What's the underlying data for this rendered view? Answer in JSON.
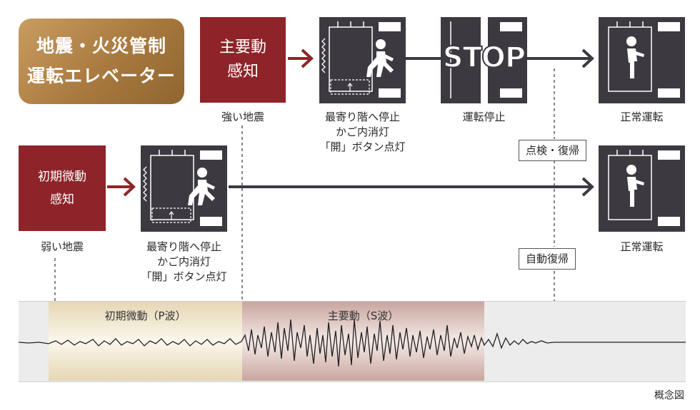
{
  "title": {
    "line1": "地震・火災管制",
    "line2": "運転エレベーター"
  },
  "main_detect": {
    "line1": "主要動",
    "line2": "感知",
    "caption": "強い地震"
  },
  "initial_detect": {
    "line1": "初期微動",
    "line2": "感知",
    "caption": "弱い地震"
  },
  "step_nearest_top": {
    "line1": "最寄り階へ停止",
    "line2": "かご内消灯",
    "line3": "「開」ボタン点灯"
  },
  "step_nearest_bottom": {
    "line1": "最寄り階へ停止",
    "line2": "かご内消灯",
    "line3": "「開」ボタン点灯"
  },
  "step_stop": {
    "sign": "STOP",
    "caption": "運転停止"
  },
  "normal_top": {
    "caption": "正常運転"
  },
  "normal_bottom": {
    "caption": "正常運転"
  },
  "tag_inspect": "点検・復帰",
  "tag_auto": "自動復帰",
  "wave": {
    "p_label": "初期微動（P波）",
    "s_label": "主要動（S波）"
  },
  "note": "概念図",
  "colors": {
    "red": "#8e2429",
    "gold": "#b88a4f",
    "icon": "#3c3a40",
    "arrow_red": "#8e2429",
    "arrow_dark": "#3c3a40"
  }
}
